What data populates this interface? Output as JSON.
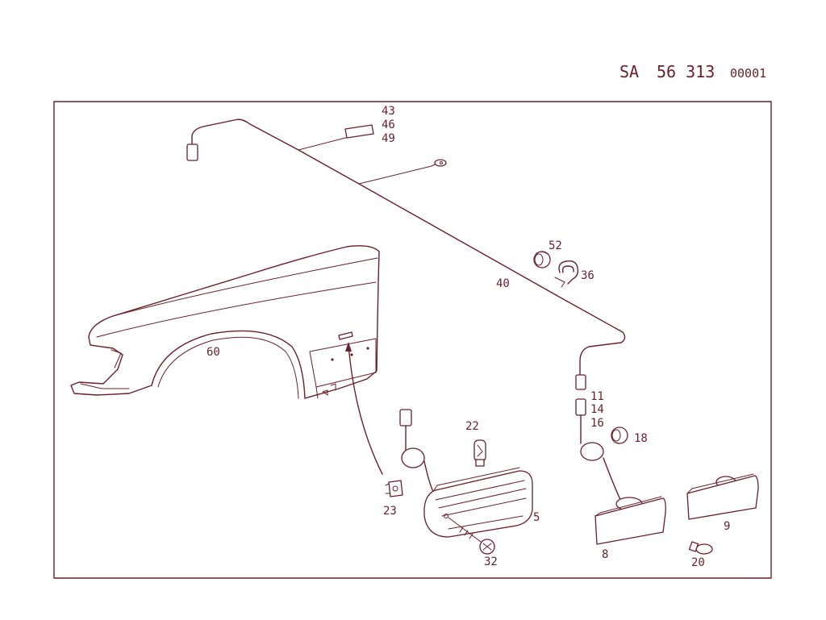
{
  "header": {
    "prefix": "SA",
    "code": "56 313",
    "suffix": "00001"
  },
  "colors": {
    "ink": "#6b1f2a",
    "background": "#ffffff"
  },
  "labels": {
    "l43": "43",
    "l46": "46",
    "l49": "49",
    "l52": "52",
    "l36": "36",
    "l40": "40",
    "l60": "60",
    "l11": "11",
    "l14": "14",
    "l16": "16",
    "l18": "18",
    "l22": "22",
    "l23": "23",
    "l5": "5",
    "l32": "32",
    "l8": "8",
    "l9": "9",
    "l20": "20"
  }
}
